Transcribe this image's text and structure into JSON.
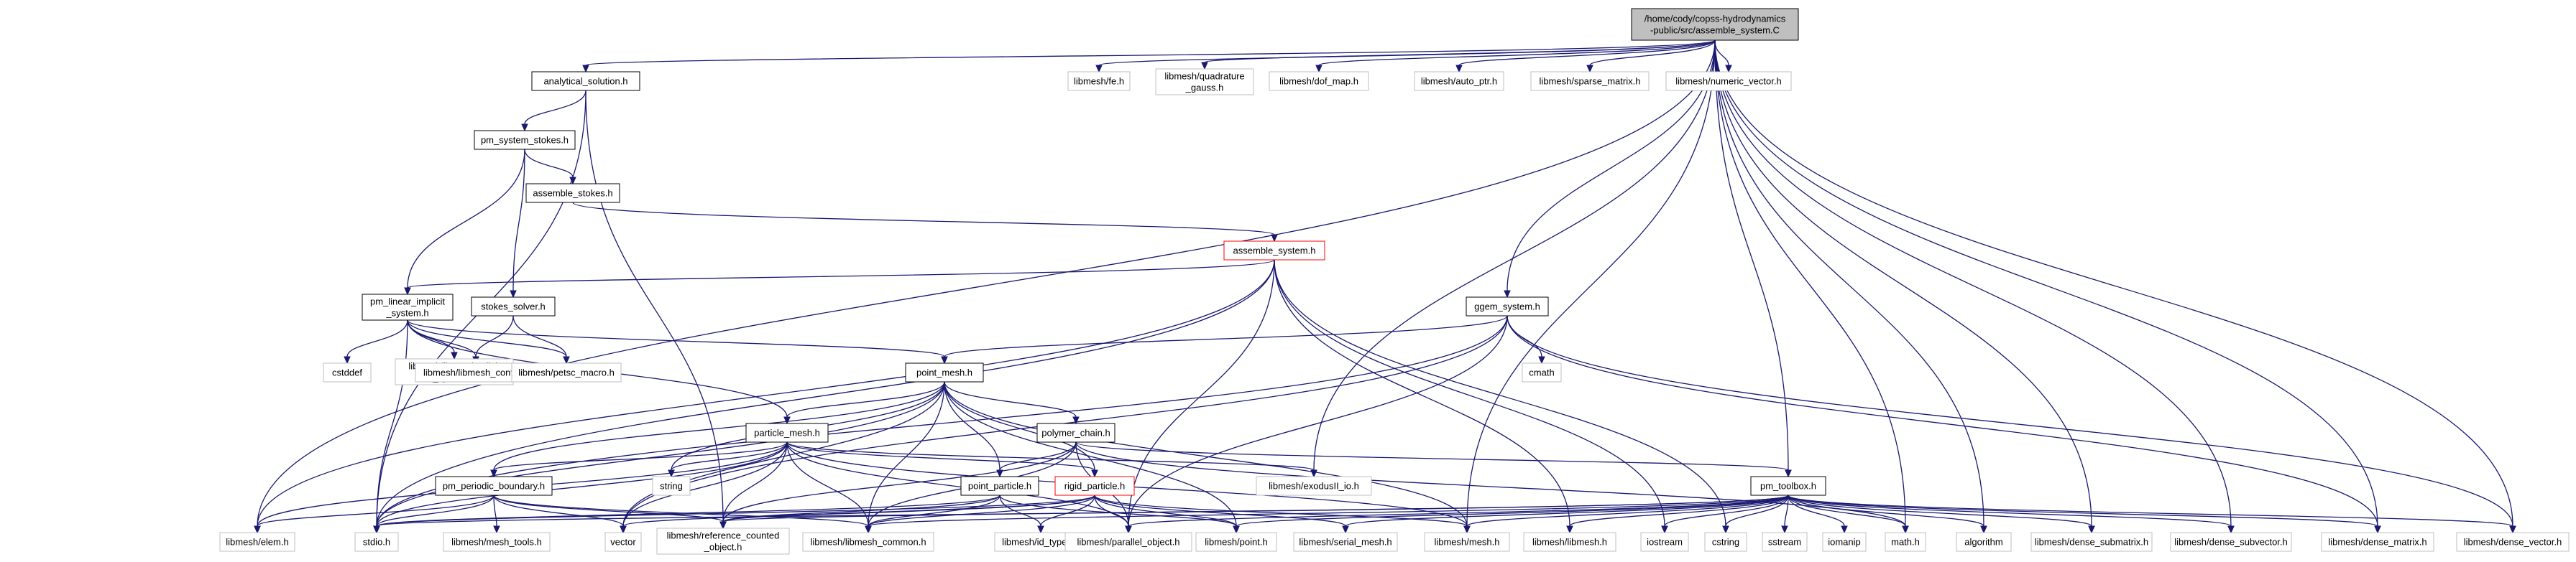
{
  "diagram": {
    "nodes": [
      {
        "id": "root",
        "lines": [
          "/home/cody/copss-hydrodynamics",
          "-public/src/assemble_system.C"
        ],
        "style": "root"
      },
      {
        "id": "analytical",
        "lines": [
          "analytical_solution.h"
        ],
        "style": "normal"
      },
      {
        "id": "fe",
        "lines": [
          "libmesh/fe.h"
        ],
        "style": "gray"
      },
      {
        "id": "quad",
        "lines": [
          "libmesh/quadrature",
          "_gauss.h"
        ],
        "style": "gray"
      },
      {
        "id": "dofmap",
        "lines": [
          "libmesh/dof_map.h"
        ],
        "style": "gray"
      },
      {
        "id": "autoptr",
        "lines": [
          "libmesh/auto_ptr.h"
        ],
        "style": "gray"
      },
      {
        "id": "sparse",
        "lines": [
          "libmesh/sparse_matrix.h"
        ],
        "style": "gray"
      },
      {
        "id": "numvec",
        "lines": [
          "libmesh/numeric_vector.h"
        ],
        "style": "gray"
      },
      {
        "id": "pmstokes",
        "lines": [
          "pm_system_stokes.h"
        ],
        "style": "normal"
      },
      {
        "id": "asmstokes",
        "lines": [
          "assemble_stokes.h"
        ],
        "style": "normal"
      },
      {
        "id": "asmsys",
        "lines": [
          "assemble_system.h"
        ],
        "style": "red"
      },
      {
        "id": "pmlin",
        "lines": [
          "pm_linear_implicit",
          "_system.h"
        ],
        "style": "normal"
      },
      {
        "id": "stokes",
        "lines": [
          "stokes_solver.h"
        ],
        "style": "normal"
      },
      {
        "id": "ggem",
        "lines": [
          "ggem_system.h"
        ],
        "style": "normal"
      },
      {
        "id": "cstddef",
        "lines": [
          "cstddef"
        ],
        "style": "gray"
      },
      {
        "id": "linimp",
        "lines": [
          "libmesh/linear_implicit",
          "_system.h"
        ],
        "style": "gray"
      },
      {
        "id": "config",
        "lines": [
          "libmesh/libmesh_config.h"
        ],
        "style": "gray"
      },
      {
        "id": "petsc",
        "lines": [
          "libmesh/petsc_macro.h"
        ],
        "style": "gray"
      },
      {
        "id": "cmath",
        "lines": [
          "cmath"
        ],
        "style": "gray"
      },
      {
        "id": "pointmesh",
        "lines": [
          "point_mesh.h"
        ],
        "style": "normal"
      },
      {
        "id": "partmesh",
        "lines": [
          "particle_mesh.h"
        ],
        "style": "normal"
      },
      {
        "id": "polymer",
        "lines": [
          "polymer_chain.h"
        ],
        "style": "normal"
      },
      {
        "id": "exodus",
        "lines": [
          "libmesh/exodusII_io.h"
        ],
        "style": "gray"
      },
      {
        "id": "string",
        "lines": [
          "string"
        ],
        "style": "gray"
      },
      {
        "id": "pointpart",
        "lines": [
          "point_particle.h"
        ],
        "style": "normal"
      },
      {
        "id": "rigid",
        "lines": [
          "rigid_particle.h"
        ],
        "style": "red"
      },
      {
        "id": "pmper",
        "lines": [
          "pm_periodic_boundary.h"
        ],
        "style": "normal"
      },
      {
        "id": "toolbox",
        "lines": [
          "pm_toolbox.h"
        ],
        "style": "normal"
      },
      {
        "id": "elem",
        "lines": [
          "libmesh/elem.h"
        ],
        "style": "gray"
      },
      {
        "id": "stdio",
        "lines": [
          "stdio.h"
        ],
        "style": "gray"
      },
      {
        "id": "meshtools",
        "lines": [
          "libmesh/mesh_tools.h"
        ],
        "style": "gray"
      },
      {
        "id": "vector",
        "lines": [
          "vector"
        ],
        "style": "gray"
      },
      {
        "id": "refcount",
        "lines": [
          "libmesh/reference_counted",
          "_object.h"
        ],
        "style": "gray"
      },
      {
        "id": "common",
        "lines": [
          "libmesh/libmesh_common.h"
        ],
        "style": "gray"
      },
      {
        "id": "idtypes",
        "lines": [
          "libmesh/id_types.h"
        ],
        "style": "gray"
      },
      {
        "id": "parobj",
        "lines": [
          "libmesh/parallel_object.h"
        ],
        "style": "gray"
      },
      {
        "id": "point",
        "lines": [
          "libmesh/point.h"
        ],
        "style": "gray"
      },
      {
        "id": "serialmesh",
        "lines": [
          "libmesh/serial_mesh.h"
        ],
        "style": "gray"
      },
      {
        "id": "mesh",
        "lines": [
          "libmesh/mesh.h"
        ],
        "style": "gray"
      },
      {
        "id": "libmesh",
        "lines": [
          "libmesh/libmesh.h"
        ],
        "style": "gray"
      },
      {
        "id": "iostream",
        "lines": [
          "iostream"
        ],
        "style": "gray"
      },
      {
        "id": "cstring",
        "lines": [
          "cstring"
        ],
        "style": "gray"
      },
      {
        "id": "sstream",
        "lines": [
          "sstream"
        ],
        "style": "gray"
      },
      {
        "id": "iomanip",
        "lines": [
          "iomanip"
        ],
        "style": "gray"
      },
      {
        "id": "math",
        "lines": [
          "math.h"
        ],
        "style": "gray"
      },
      {
        "id": "algorithm",
        "lines": [
          "algorithm"
        ],
        "style": "gray"
      },
      {
        "id": "densesub",
        "lines": [
          "libmesh/dense_submatrix.h"
        ],
        "style": "gray"
      },
      {
        "id": "densesubvec",
        "lines": [
          "libmesh/dense_subvector.h"
        ],
        "style": "gray"
      },
      {
        "id": "densemat",
        "lines": [
          "libmesh/dense_matrix.h"
        ],
        "style": "gray"
      },
      {
        "id": "densevec",
        "lines": [
          "libmesh/dense_vector.h"
        ],
        "style": "gray"
      }
    ],
    "edges": [
      [
        "root",
        "analytical"
      ],
      [
        "root",
        "fe"
      ],
      [
        "root",
        "quad"
      ],
      [
        "root",
        "dofmap"
      ],
      [
        "root",
        "autoptr"
      ],
      [
        "root",
        "sparse"
      ],
      [
        "root",
        "numvec"
      ],
      [
        "root",
        "ggem"
      ],
      [
        "root",
        "toolbox"
      ],
      [
        "root",
        "elem"
      ],
      [
        "root",
        "exodus"
      ],
      [
        "root",
        "mesh"
      ],
      [
        "root",
        "math"
      ],
      [
        "root",
        "algorithm"
      ],
      [
        "root",
        "densesub"
      ],
      [
        "root",
        "densesubvec"
      ],
      [
        "root",
        "densemat"
      ],
      [
        "root",
        "densevec"
      ],
      [
        "analytical",
        "pmstokes"
      ],
      [
        "analytical",
        "stdio"
      ],
      [
        "analytical",
        "refcount"
      ],
      [
        "pmstokes",
        "asmstokes"
      ],
      [
        "pmstokes",
        "pmlin"
      ],
      [
        "pmstokes",
        "stokes"
      ],
      [
        "asmstokes",
        "asmsys"
      ],
      [
        "asmsys",
        "pmlin"
      ],
      [
        "asmsys",
        "stdio"
      ],
      [
        "asmsys",
        "elem"
      ],
      [
        "asmsys",
        "libmesh"
      ],
      [
        "asmsys",
        "iostream"
      ],
      [
        "asmsys",
        "cstring"
      ],
      [
        "asmsys",
        "parobj"
      ],
      [
        "pmlin",
        "cstddef"
      ],
      [
        "pmlin",
        "linimp"
      ],
      [
        "pmlin",
        "config"
      ],
      [
        "pmlin",
        "petsc"
      ],
      [
        "pmlin",
        "pointmesh"
      ],
      [
        "pmlin",
        "partmesh"
      ],
      [
        "pmlin",
        "stdio"
      ],
      [
        "stokes",
        "config"
      ],
      [
        "stokes",
        "petsc"
      ],
      [
        "ggem",
        "pointmesh"
      ],
      [
        "ggem",
        "cmath"
      ],
      [
        "ggem",
        "stdio"
      ],
      [
        "ggem",
        "vector"
      ],
      [
        "ggem",
        "parobj"
      ],
      [
        "ggem",
        "densevec"
      ],
      [
        "ggem",
        "densemat"
      ],
      [
        "pointmesh",
        "partmesh"
      ],
      [
        "pointmesh",
        "polymer"
      ],
      [
        "pointmesh",
        "pointpart"
      ],
      [
        "pointmesh",
        "rigid"
      ],
      [
        "pointmesh",
        "pmper"
      ],
      [
        "pointmesh",
        "string"
      ],
      [
        "pointmesh",
        "vector"
      ],
      [
        "pointmesh",
        "stdio"
      ],
      [
        "pointmesh",
        "common"
      ],
      [
        "pointmesh",
        "mesh"
      ],
      [
        "pointmesh",
        "point"
      ],
      [
        "partmesh",
        "rigid"
      ],
      [
        "partmesh",
        "pmper"
      ],
      [
        "partmesh",
        "exodus"
      ],
      [
        "partmesh",
        "string"
      ],
      [
        "partmesh",
        "elem"
      ],
      [
        "partmesh",
        "vector"
      ],
      [
        "partmesh",
        "stdio"
      ],
      [
        "partmesh",
        "refcount"
      ],
      [
        "partmesh",
        "common"
      ],
      [
        "partmesh",
        "mesh"
      ],
      [
        "partmesh",
        "parobj"
      ],
      [
        "polymer",
        "pointpart"
      ],
      [
        "polymer",
        "toolbox"
      ],
      [
        "polymer",
        "refcount"
      ],
      [
        "polymer",
        "common"
      ],
      [
        "polymer",
        "parobj"
      ],
      [
        "polymer",
        "math"
      ],
      [
        "pointpart",
        "refcount"
      ],
      [
        "pointpart",
        "common"
      ],
      [
        "pointpart",
        "idtypes"
      ],
      [
        "pointpart",
        "point"
      ],
      [
        "pointpart",
        "stdio"
      ],
      [
        "rigid",
        "refcount"
      ],
      [
        "rigid",
        "common"
      ],
      [
        "rigid",
        "idtypes"
      ],
      [
        "rigid",
        "parobj"
      ],
      [
        "rigid",
        "point"
      ],
      [
        "rigid",
        "serialmesh"
      ],
      [
        "rigid",
        "mesh"
      ],
      [
        "rigid",
        "stdio"
      ],
      [
        "rigid",
        "vector"
      ],
      [
        "pmper",
        "elem"
      ],
      [
        "pmper",
        "stdio"
      ],
      [
        "pmper",
        "meshtools"
      ],
      [
        "pmper",
        "vector"
      ],
      [
        "pmper",
        "refcount"
      ],
      [
        "pmper",
        "common"
      ],
      [
        "toolbox",
        "stdio"
      ],
      [
        "toolbox",
        "refcount"
      ],
      [
        "toolbox",
        "parobj"
      ],
      [
        "toolbox",
        "point"
      ],
      [
        "toolbox",
        "serialmesh"
      ],
      [
        "toolbox",
        "mesh"
      ],
      [
        "toolbox",
        "libmesh"
      ],
      [
        "toolbox",
        "iostream"
      ],
      [
        "toolbox",
        "cstring"
      ],
      [
        "toolbox",
        "sstream"
      ],
      [
        "toolbox",
        "iomanip"
      ],
      [
        "toolbox",
        "math"
      ],
      [
        "toolbox",
        "algorithm"
      ],
      [
        "toolbox",
        "densesub"
      ],
      [
        "toolbox",
        "densesubvec"
      ],
      [
        "toolbox",
        "densemat"
      ],
      [
        "toolbox",
        "densevec"
      ],
      [
        "toolbox",
        "common"
      ]
    ]
  }
}
